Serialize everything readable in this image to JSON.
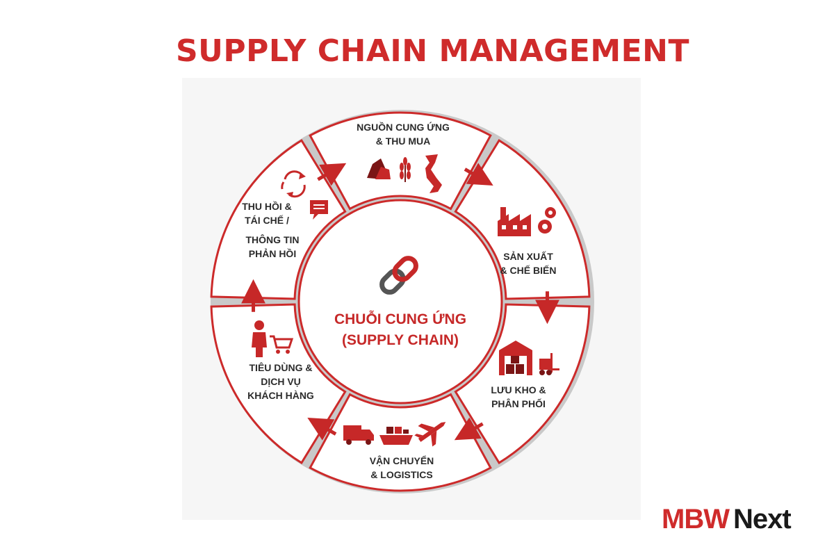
{
  "title": "SUPPLY CHAIN MANAGEMENT",
  "center": {
    "line1": "CHUỖI CUNG ỨNG",
    "line2": "(SUPPLY CHAIN)"
  },
  "stages": [
    {
      "lines": [
        "NGUỒN CUNG ỨNG",
        "& THU MUA"
      ],
      "icons": [
        "rocks-icon",
        "wheat-icon",
        "vietnam-map-icon"
      ]
    },
    {
      "lines": [
        "SẢN XUẤT",
        "& CHẾ BIẾN"
      ],
      "icons": [
        "factory-icon",
        "gears-icon"
      ]
    },
    {
      "lines": [
        "LƯU KHO &",
        "PHÂN PHỐI"
      ],
      "icons": [
        "warehouse-icon",
        "forklift-icon"
      ]
    },
    {
      "lines": [
        "VẬN CHUYỂN",
        "& LOGISTICS"
      ],
      "icons": [
        "truck-icon",
        "ship-icon",
        "airplane-icon"
      ]
    },
    {
      "lines": [
        "TIÊU DÙNG &",
        "DỊCH VỤ",
        "KHÁCH HÀNG"
      ],
      "icons": [
        "person-icon",
        "shopping-cart-icon"
      ]
    },
    {
      "lines": [
        "THU HỒI &",
        "TÁI CHẾ /",
        "THÔNG TIN",
        "PHẢN HỒI"
      ],
      "icons": [
        "recycle-icon",
        "chat-bubble-icon"
      ]
    }
  ],
  "logo": {
    "brand": "MBW",
    "suffix": "Next"
  },
  "colors": {
    "accent": "#cf2b2b",
    "text": "#2b2b2b"
  }
}
